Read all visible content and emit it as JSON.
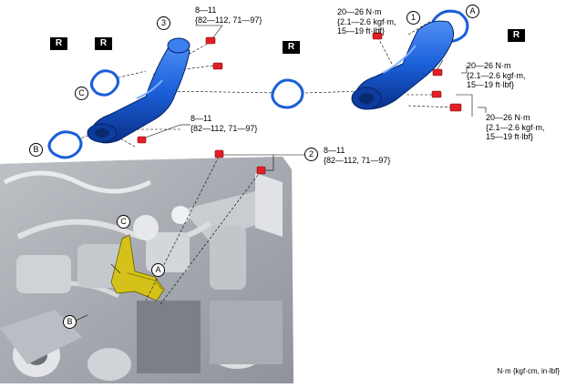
{
  "badges": {
    "r": "R"
  },
  "callouts": {
    "one": "1",
    "two": "2",
    "three": "3",
    "a": "A",
    "b": "B",
    "c": "C"
  },
  "torque": {
    "small": {
      "line1": "8—11",
      "line2": "{82—112, 71—97}"
    },
    "large": {
      "line1": "20—26 N·m",
      "line2": "{2.1—2.6 kgf·m,",
      "line3": "15—19 ft·lbf}"
    }
  },
  "unit_legend": "N·m {kgf·cm, in·lbf}",
  "colors": {
    "part_blue": "#1a5fd8",
    "bolt_red": "#e41e26",
    "bracket_yellow": "#d4c21a",
    "engine_grey": "#b8bcc2"
  }
}
